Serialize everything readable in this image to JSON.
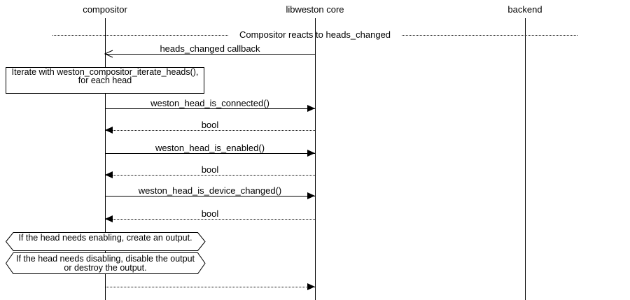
{
  "participants": [
    {
      "label": "compositor"
    },
    {
      "label": "libweston core"
    },
    {
      "label": "backend"
    }
  ],
  "divider": {
    "label": "Compositor reacts to heads_changed"
  },
  "messages": [
    {
      "label": "heads_changed callback",
      "from": "libweston core",
      "to": "compositor",
      "line": "solid",
      "arrowhead": "open"
    },
    {
      "label": "weston_head_is_connected()",
      "from": "compositor",
      "to": "libweston core",
      "line": "solid",
      "arrowhead": "filled"
    },
    {
      "label": "bool",
      "from": "libweston core",
      "to": "compositor",
      "line": "dotted",
      "arrowhead": "filled"
    },
    {
      "label": "weston_head_is_enabled()",
      "from": "compositor",
      "to": "libweston core",
      "line": "solid",
      "arrowhead": "filled"
    },
    {
      "label": "bool",
      "from": "libweston core",
      "to": "compositor",
      "line": "dotted",
      "arrowhead": "filled"
    },
    {
      "label": "weston_head_is_device_changed()",
      "from": "compositor",
      "to": "libweston core",
      "line": "solid",
      "arrowhead": "filled"
    },
    {
      "label": "bool",
      "from": "libweston core",
      "to": "compositor",
      "line": "dotted",
      "arrowhead": "filled"
    },
    {
      "label": "",
      "from": "compositor",
      "to": "libweston core",
      "line": "dotted",
      "arrowhead": "filled"
    }
  ],
  "notes": [
    {
      "shape": "rectangle",
      "text": "Iterate with weston_compositor_iterate_heads(), for each head"
    },
    {
      "shape": "hexagon",
      "text": "If the head needs enabling, create an output."
    },
    {
      "shape": "hexagon",
      "text": "If the head needs disabling, disable the output or destroy the output."
    }
  ],
  "colors": {
    "line": "#000000",
    "text": "#000000",
    "background": "#ffffff"
  }
}
